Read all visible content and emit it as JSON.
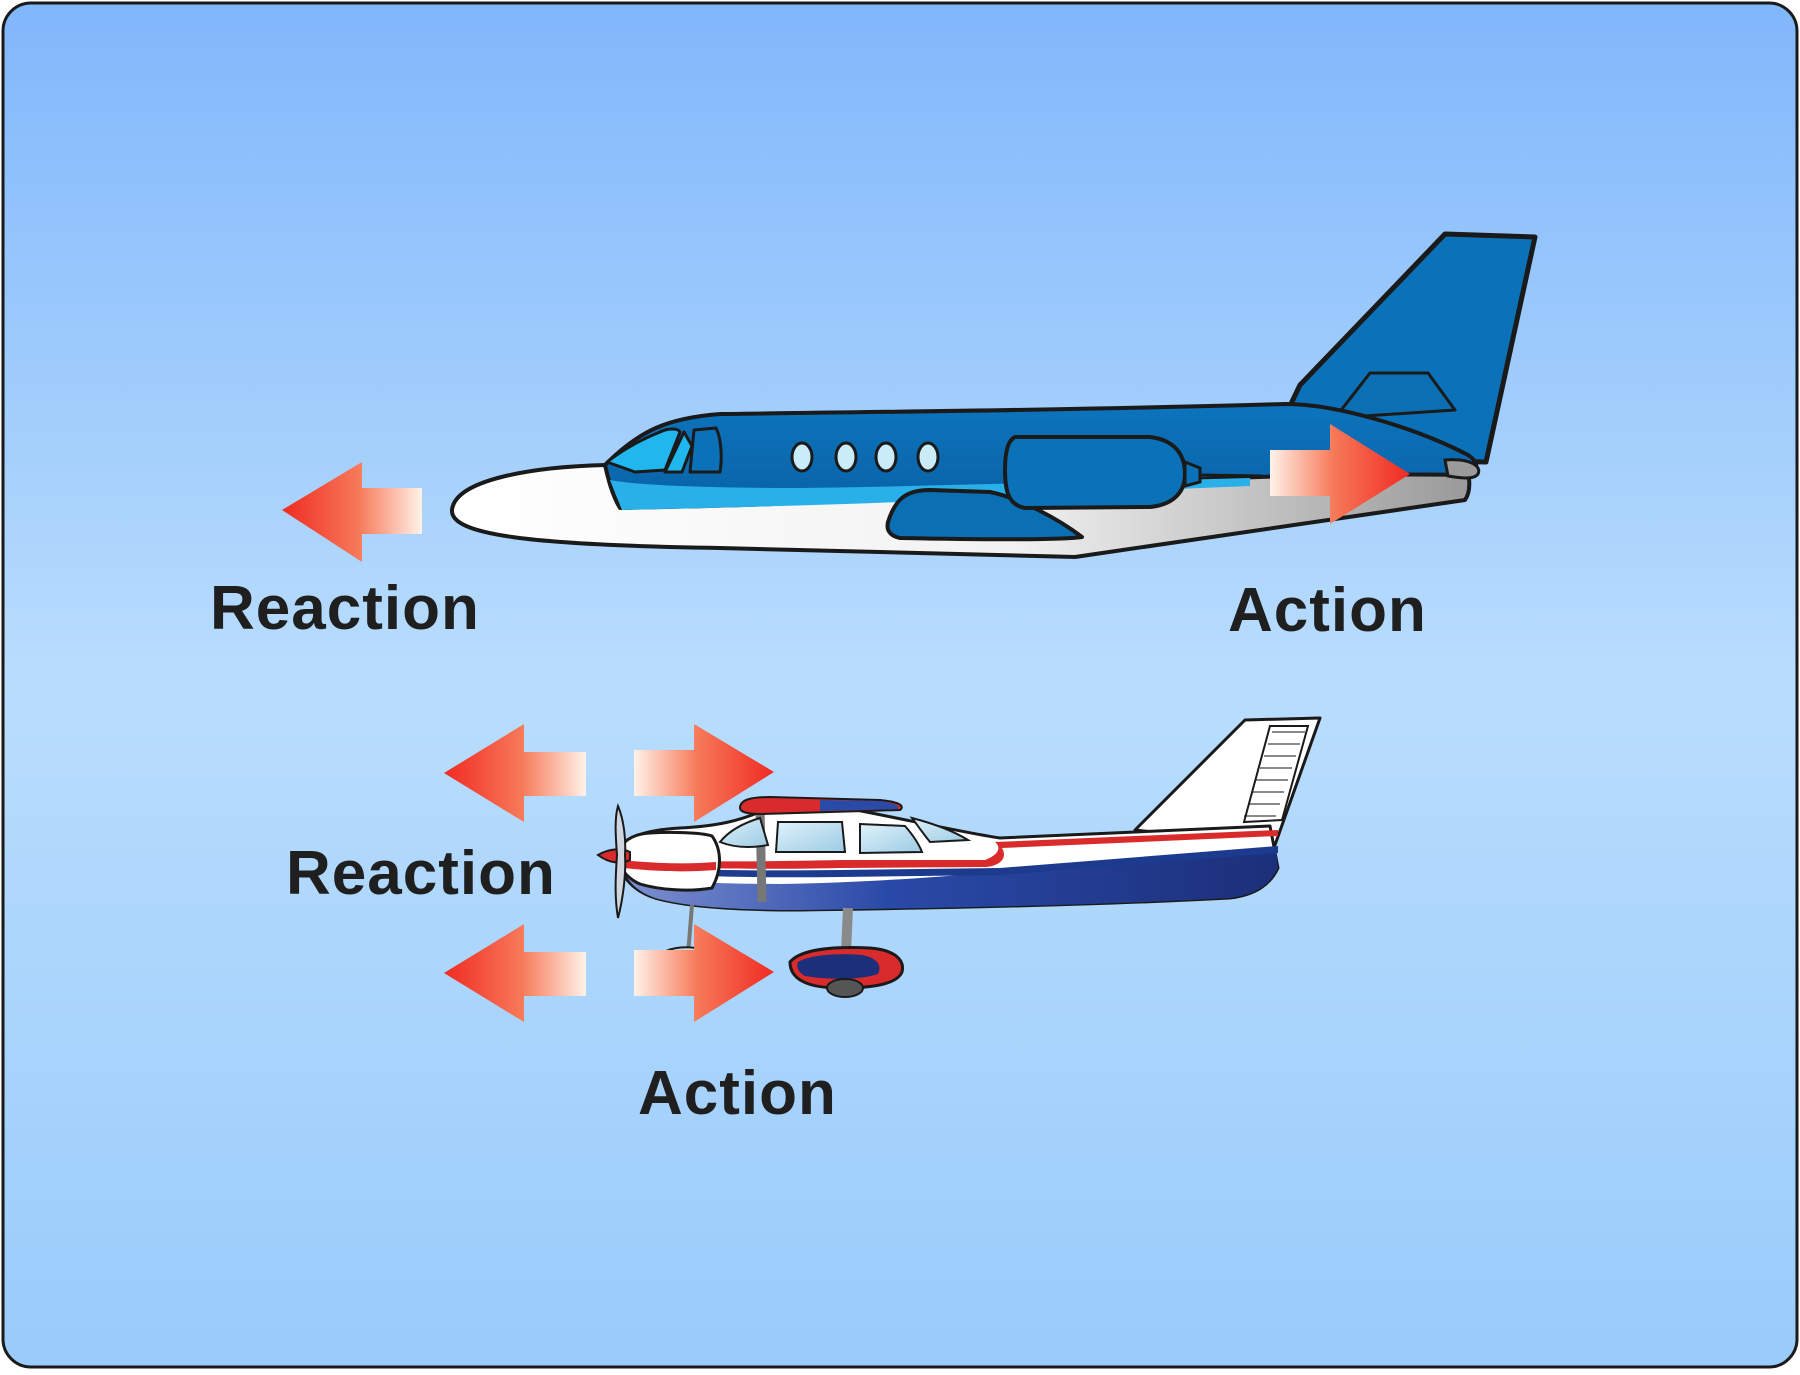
{
  "diagram": {
    "jet": {
      "reaction_label": "Reaction",
      "action_label": "Action"
    },
    "propeller_plane": {
      "reaction_label": "Reaction",
      "action_label": "Action"
    }
  },
  "colors": {
    "sky_top": "#82b8fb",
    "sky_middle": "#b7dcfd",
    "sky_bottom": "#9ccdfc",
    "jet_blue": "#0b72b9",
    "jet_light_blue": "#2ab0e8",
    "arrow_red": "#f0312a",
    "stripe_red": "#d92b2b",
    "stripe_navy": "#1c3b8f",
    "outline": "#1a1a1a"
  }
}
